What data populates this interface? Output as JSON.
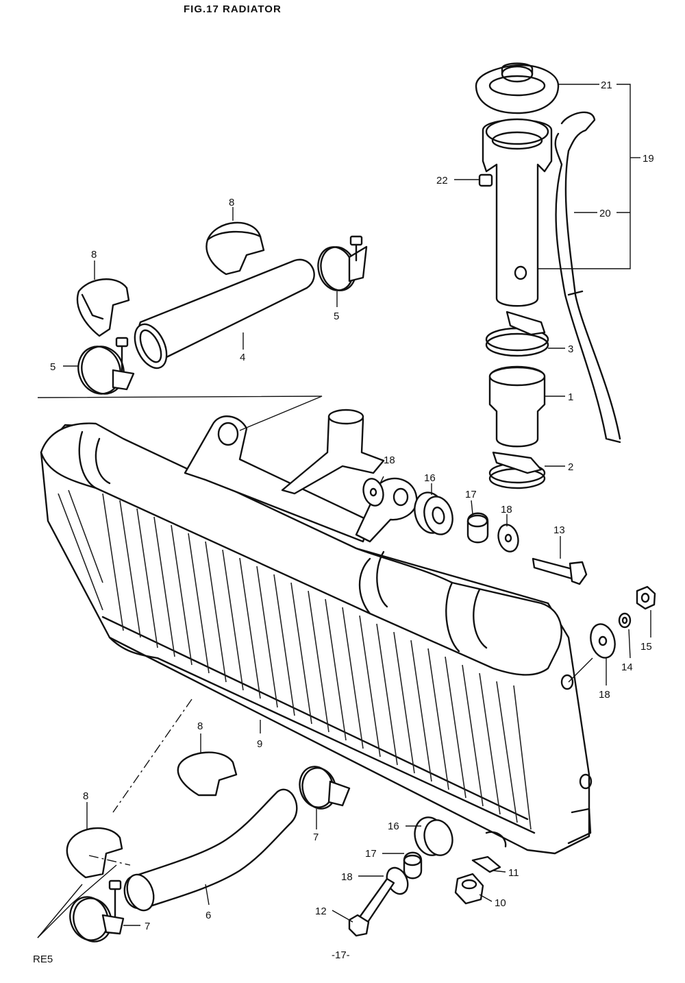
{
  "title": "FIG.17  RADIATOR",
  "page_code": "RE5",
  "page_number": "-17-",
  "callouts": [
    "21",
    "19",
    "22",
    "20",
    "8",
    "8",
    "5",
    "5",
    "4",
    "3",
    "1",
    "2",
    "18",
    "16",
    "17",
    "18",
    "13",
    "15",
    "14",
    "18",
    "9",
    "8",
    "8",
    "7",
    "7",
    "6",
    "16",
    "17",
    "18",
    "12",
    "11",
    "10"
  ]
}
